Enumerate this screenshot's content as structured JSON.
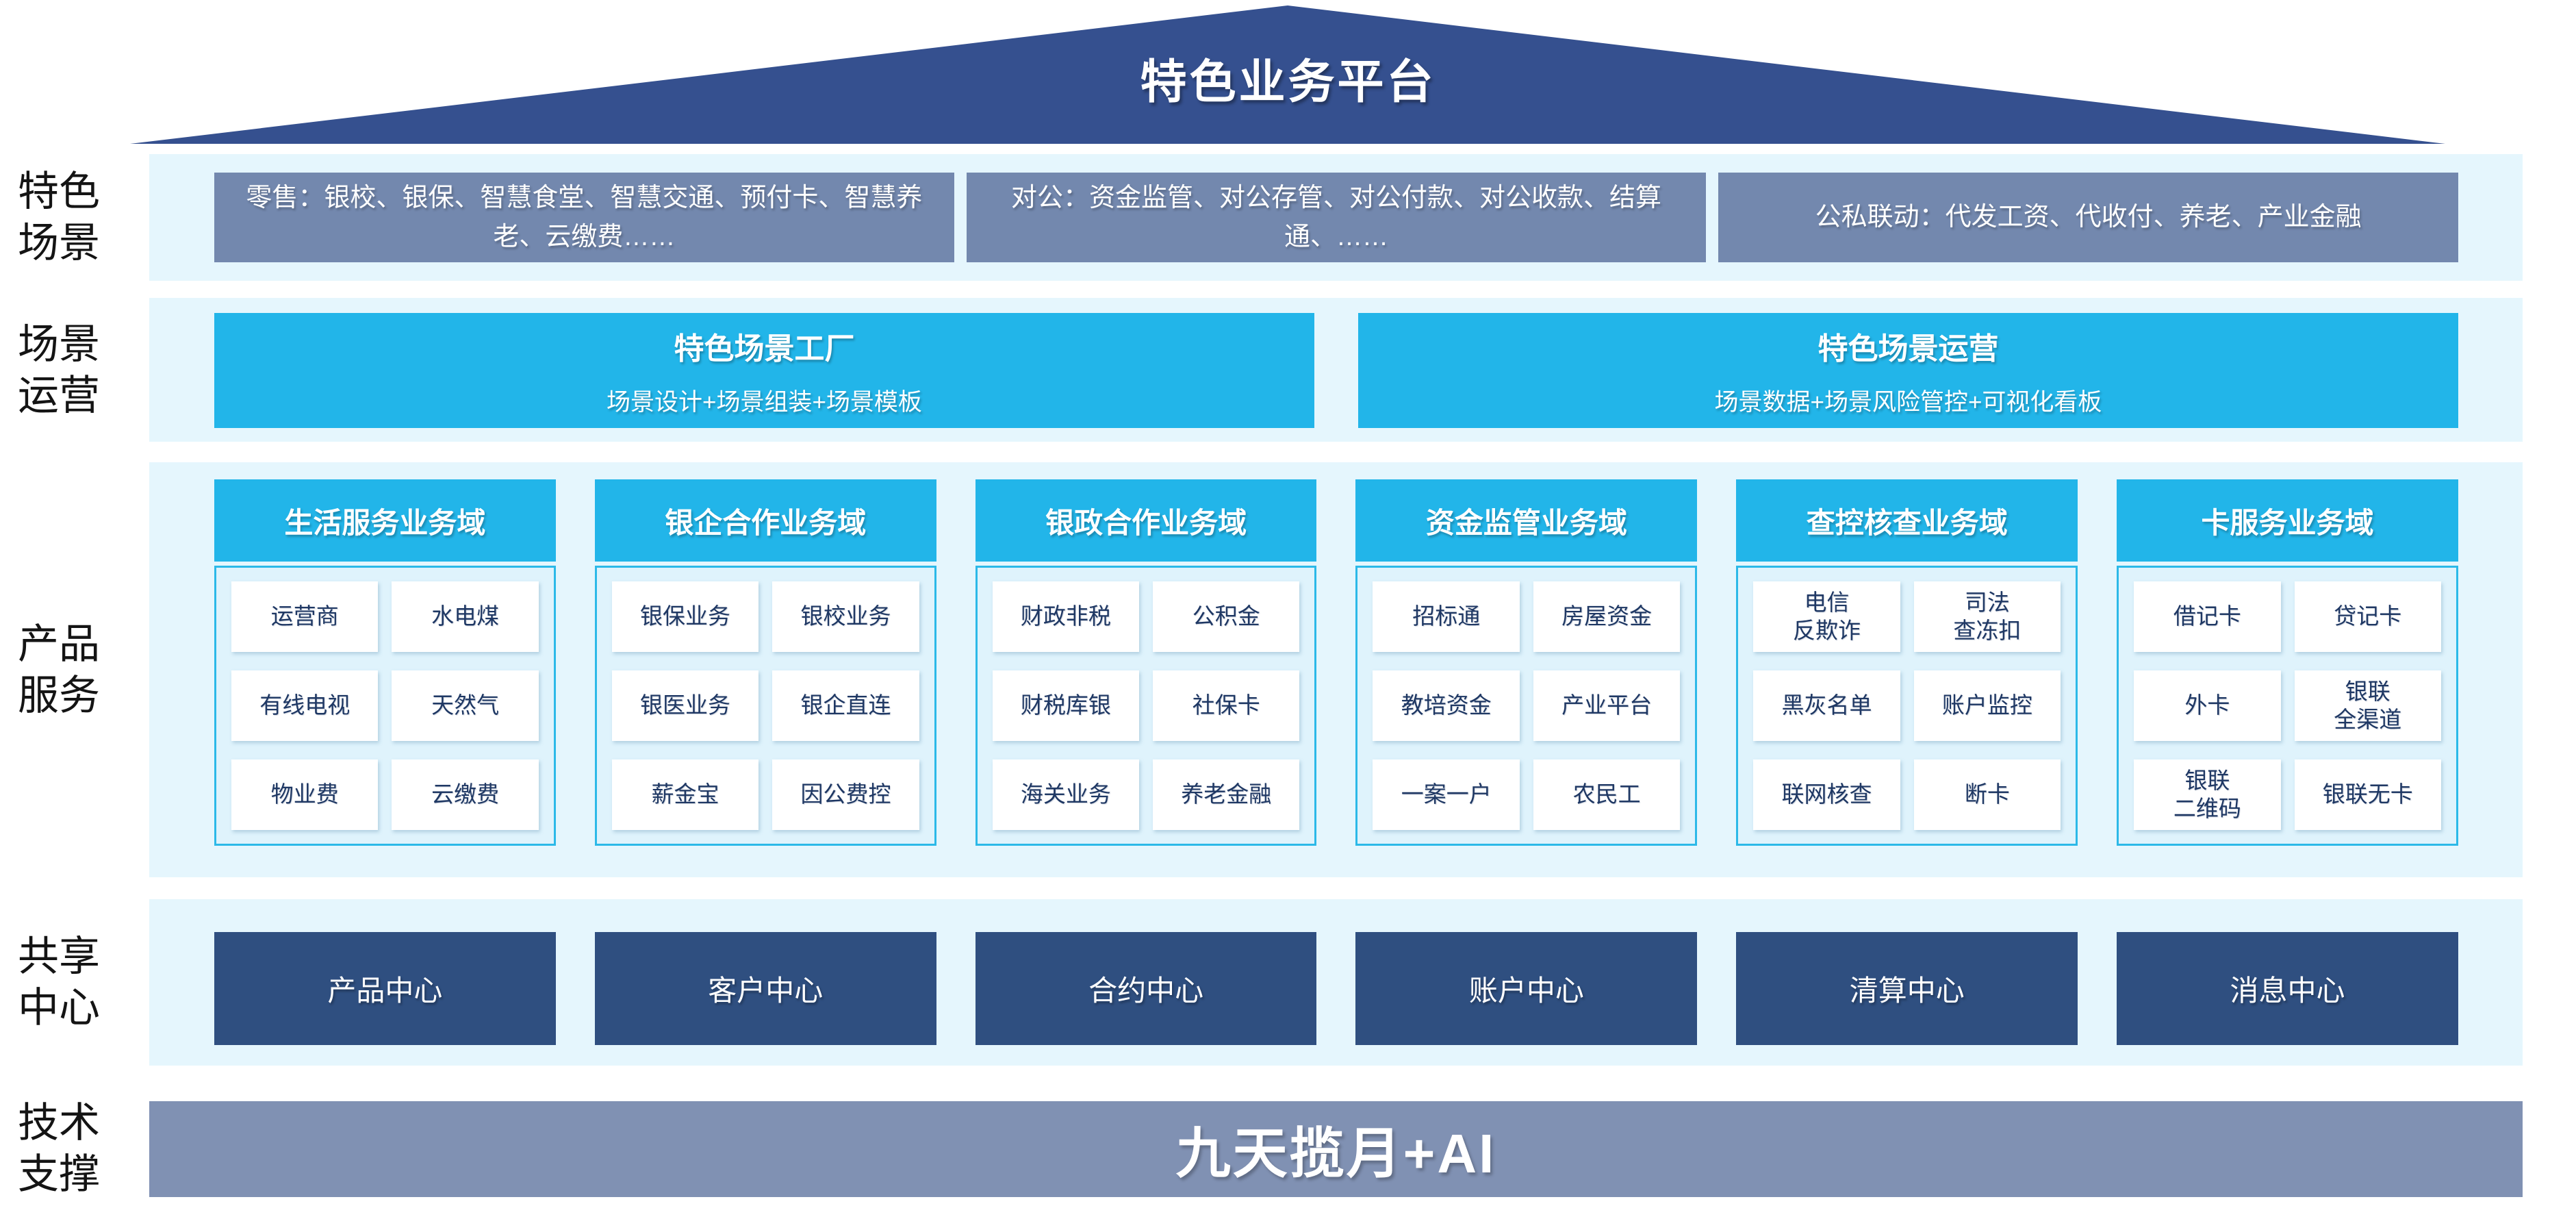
{
  "page_title": "特色业务平台",
  "colors": {
    "roof_blue": "#35508F",
    "accent_cyan": "#22B5E9",
    "band_light_blue": "#E5F6FD",
    "panel_light_blue": "#DFF3FC",
    "scene_gray_blue": "#7388AE",
    "center_dark_blue": "#2F4F80",
    "tech_gray_blue": "#8091B3",
    "cell_text_navy": "#1F3864"
  },
  "rows": {
    "scenes": {
      "label": "特色\n场景",
      "boxes": [
        "零售：银校、银保、智慧食堂、智慧交通、预付卡、智慧养老、云缴费……",
        "对公：资金监管、对公存管、对公付款、对公收款、结算通、……",
        "公私联动：代发工资、代收付、养老、产业金融"
      ]
    },
    "operations": {
      "label": "场景\n运营",
      "boxes": [
        {
          "title": "特色场景工厂",
          "subtitle": "场景设计+场景组装+场景模板"
        },
        {
          "title": "特色场景运营",
          "subtitle": "场景数据+场景风险管控+可视化看板"
        }
      ]
    },
    "products": {
      "label": "产品\n服务",
      "columns": [
        {
          "header": "生活服务业务域",
          "cells": [
            "运营商",
            "水电煤",
            "有线电视",
            "天然气",
            "物业费",
            "云缴费"
          ]
        },
        {
          "header": "银企合作业务域",
          "cells": [
            "银保业务",
            "银校业务",
            "银医业务",
            "银企直连",
            "薪金宝",
            "因公费控"
          ]
        },
        {
          "header": "银政合作业务域",
          "cells": [
            "财政非税",
            "公积金",
            "财税库银",
            "社保卡",
            "海关业务",
            "养老金融"
          ]
        },
        {
          "header": "资金监管业务域",
          "cells": [
            "招标通",
            "房屋资金",
            "教培资金",
            "产业平台",
            "一案一户",
            "农民工"
          ]
        },
        {
          "header": "查控核查业务域",
          "cells": [
            "电信\n反欺诈",
            "司法\n查冻扣",
            "黑灰名单",
            "账户监控",
            "联网核查",
            "断卡"
          ]
        },
        {
          "header": "卡服务业务域",
          "cells": [
            "借记卡",
            "贷记卡",
            "外卡",
            "银联\n全渠道",
            "银联\n二维码",
            "银联无卡"
          ]
        }
      ]
    },
    "shared": {
      "label": "共享\n中心",
      "boxes": [
        "产品中心",
        "客户中心",
        "合约中心",
        "账户中心",
        "清算中心",
        "消息中心"
      ]
    },
    "tech": {
      "label": "技术\n支撑",
      "box": "九天揽月+AI"
    }
  }
}
